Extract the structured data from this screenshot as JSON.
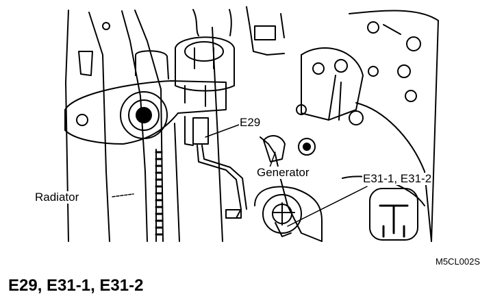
{
  "callouts": {
    "e29": "E29",
    "generator": "Generator",
    "e31": "E31-1, E31-2",
    "radiator": "Radiator"
  },
  "figure_code": "M5CL002S",
  "connector_title": "E29, E31-1, E31-2"
}
